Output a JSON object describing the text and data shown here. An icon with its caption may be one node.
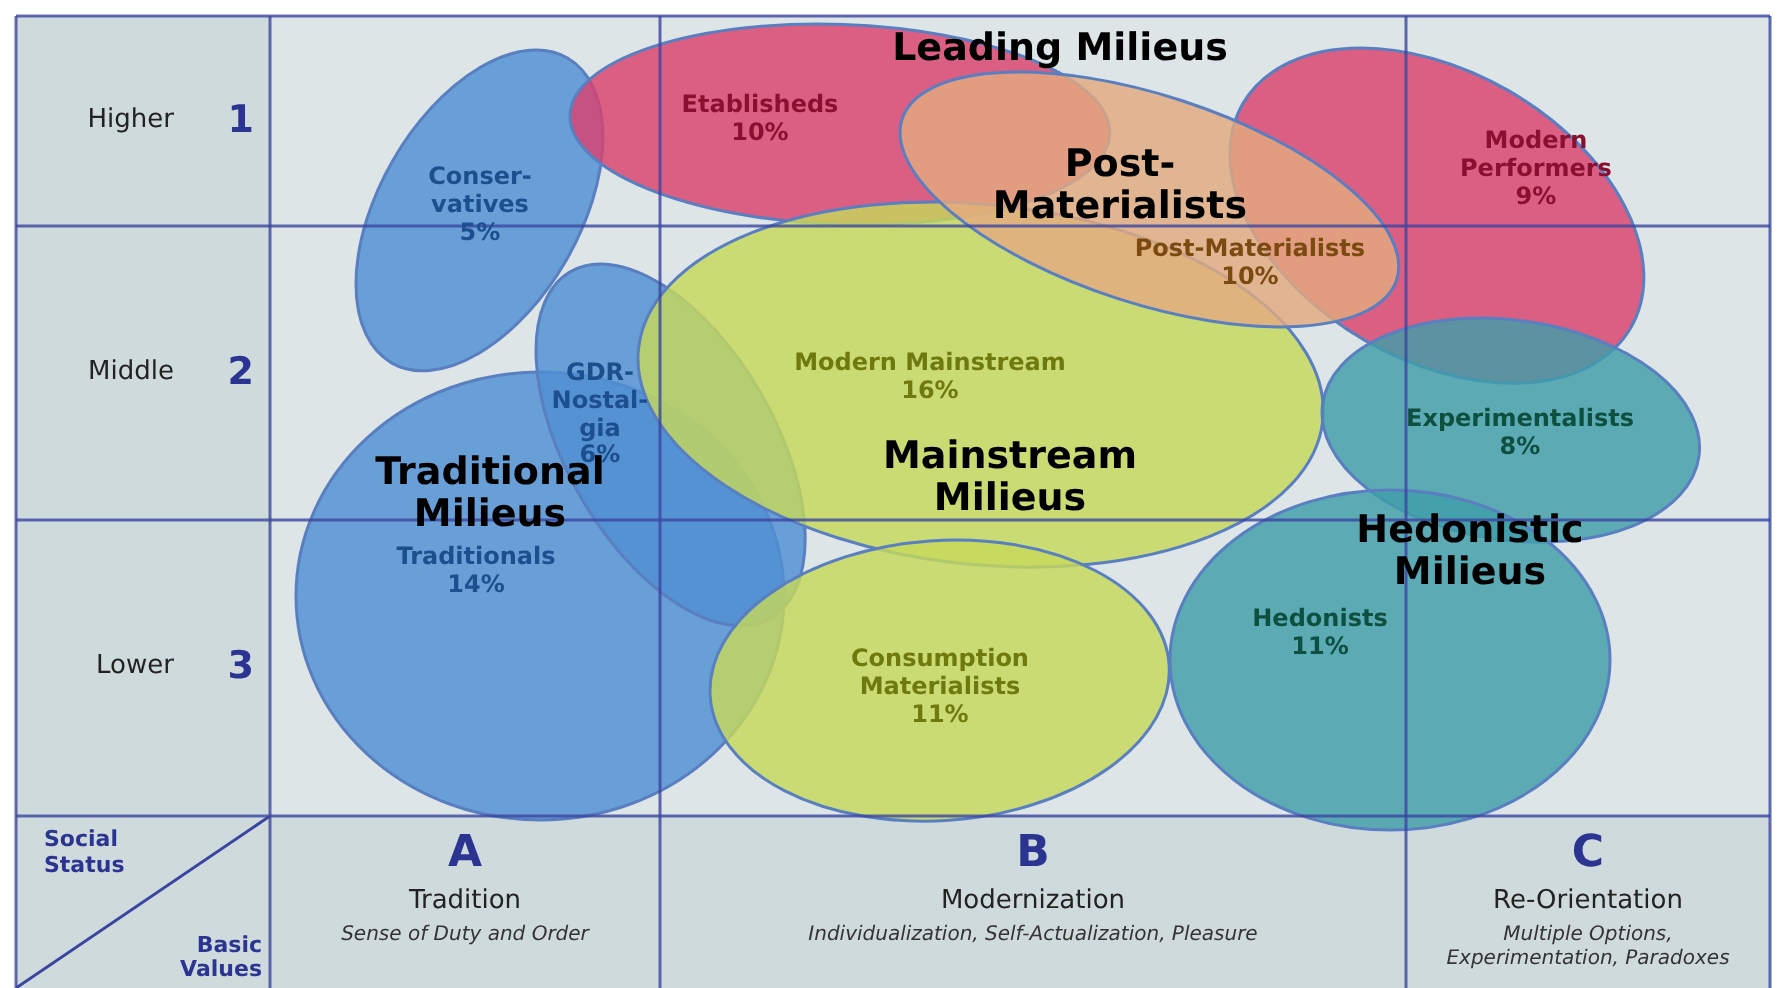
{
  "diagram": {
    "nodes": [
      {
        "text": [
          "Higher",
          "1"
        ]
      },
      {
        "text": [
          "Middle",
          "2"
        ]
      },
      {
        "text": [
          "Lower",
          "3"
        ]
      },
      {
        "text": [
          "Social Status",
          "Basic Values"
        ]
      },
      {
        "text": [
          "A",
          "Tradition",
          "Sense of Duty and Order"
        ]
      },
      {
        "text": [
          "B",
          "Modernization",
          "Individualization, Self-Actualization, Pleasure"
        ]
      },
      {
        "text": [
          "C",
          "Re-Orientation",
          "Multiple Options, Experimentation, Paradoxes"
        ]
      },
      {
        "text": [
          "Conser- vatives",
          "5%"
        ]
      },
      {
        "text": [
          "Etablisheds",
          "10%"
        ]
      },
      {
        "text": [
          "Modern Performers",
          "9%"
        ]
      },
      {
        "text": [
          "Post-Materialists",
          "10%"
        ]
      },
      {
        "text": [
          "Modern Mainstream",
          "16%"
        ]
      },
      {
        "text": [
          "GDR- Nostal- gia",
          "6%"
        ]
      },
      {
        "text": [
          "Traditionals",
          "14%"
        ]
      },
      {
        "text": [
          "Experimentalists",
          "8%"
        ]
      },
      {
        "text": [
          "Consumption Materialists",
          "11%"
        ]
      },
      {
        "text": [
          "Hedonists",
          "11%"
        ]
      }
    ],
    "labels": [
      "Leading Milieus",
      "Post- Materialists",
      "Traditional Milieus",
      "Mainstream Milieus",
      "Hedonistic Milieus"
    ]
  }
}
